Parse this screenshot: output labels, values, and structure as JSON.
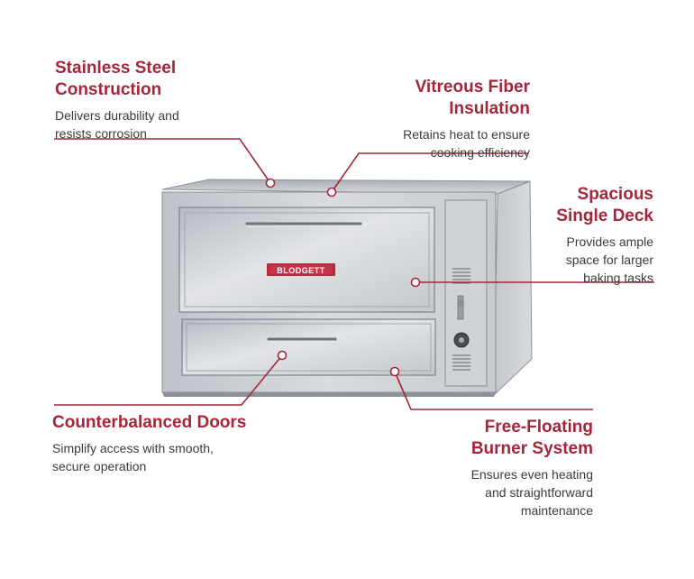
{
  "callouts": {
    "stainless": {
      "title_line1": "Stainless Steel",
      "title_line2": "Construction",
      "desc_line1": "Delivers durability and",
      "desc_line2": "resists corrosion"
    },
    "vitreous": {
      "title_line1": "Vitreous Fiber",
      "title_line2": "Insulation",
      "desc_line1": "Retains heat to ensure",
      "desc_line2": "cooking efficiency"
    },
    "spacious": {
      "title_line1": "Spacious",
      "title_line2": "Single Deck",
      "desc_line1": "Provides ample",
      "desc_line2": "space for larger",
      "desc_line3": "baking tasks"
    },
    "doors": {
      "title": "Counterbalanced Doors",
      "desc_line1": "Simplify access with smooth,",
      "desc_line2": "secure operation"
    },
    "burner": {
      "title_line1": "Free-Floating",
      "title_line2": "Burner System",
      "desc_line1": "Ensures even heating",
      "desc_line2": "and straightforward",
      "desc_line3": "maintenance"
    }
  },
  "oven": {
    "brand_plate": "BLODGETT"
  },
  "colors": {
    "accent": "#a3263a",
    "text": "#3b3b3b",
    "steel": "#c9ccd1"
  }
}
